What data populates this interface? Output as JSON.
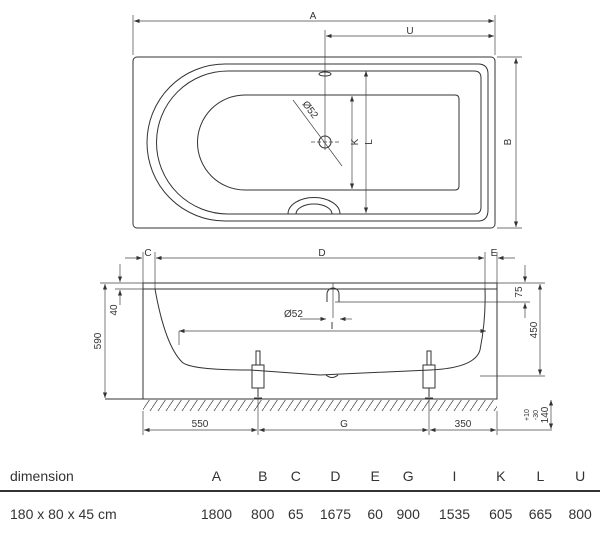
{
  "top_view": {
    "labels": {
      "A": "A",
      "U": "U",
      "B": "B",
      "K": "K",
      "L": "L",
      "drain": "Ø52"
    }
  },
  "side_view": {
    "labels": {
      "C": "C",
      "D": "D",
      "E": "E",
      "I": "I",
      "drain": "Ø52",
      "G": "G",
      "left_floor": "550",
      "right_floor": "350",
      "height_total": "590",
      "rim_offset": "40",
      "overflow": "75",
      "depth": "450",
      "feet": "140",
      "feet_tol_plus": "+10",
      "feet_tol_minus": "-30"
    }
  },
  "table": {
    "headers": [
      "dimension",
      "A",
      "B",
      "C",
      "D",
      "E",
      "G",
      "I",
      "K",
      "L",
      "U"
    ],
    "rows": [
      [
        "180 x 80 x 45 cm",
        "1800",
        "800",
        "65",
        "1675",
        "60",
        "900",
        "1535",
        "605",
        "665",
        "800"
      ]
    ]
  }
}
